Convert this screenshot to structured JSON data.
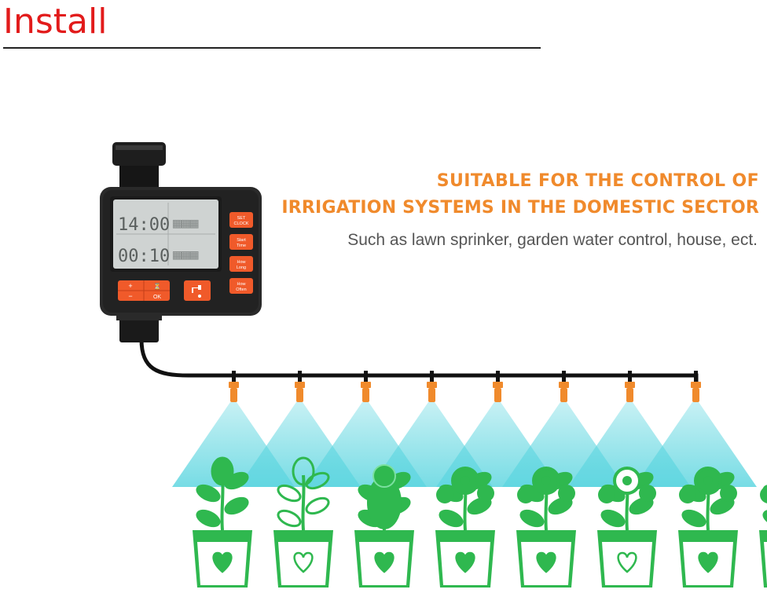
{
  "page": {
    "title": "Install"
  },
  "headline": {
    "line1": "SUITABLE  FOR  THE CONTROL OF",
    "line2": "IRRIGATION SYSTEMS IN THE DOMESTIC SECTOR",
    "subtitle": "Such as lawn sprinker, garden water control, house, ect."
  },
  "device": {
    "display_time_1": "14:00",
    "display_time_2": "00:10",
    "side_buttons": [
      {
        "label_top": "SET",
        "label_bottom": "CLOCK"
      },
      {
        "label_top": "Start",
        "label_bottom": "Time"
      },
      {
        "label_top": "How",
        "label_bottom": "Long"
      },
      {
        "label_top": "How",
        "label_bottom": "Often"
      }
    ],
    "plus_label": "+",
    "minus_label": "−",
    "ok_label": "OK",
    "colors": {
      "body": "#2a2a2a",
      "button": "#f05a2a",
      "lcd": "#cfd3d2"
    }
  },
  "sprinklers": {
    "count": 8,
    "nozzle_color": "#f08a2c",
    "spray_color": "#5fd6e0",
    "pot_color": "#2fb84f"
  }
}
